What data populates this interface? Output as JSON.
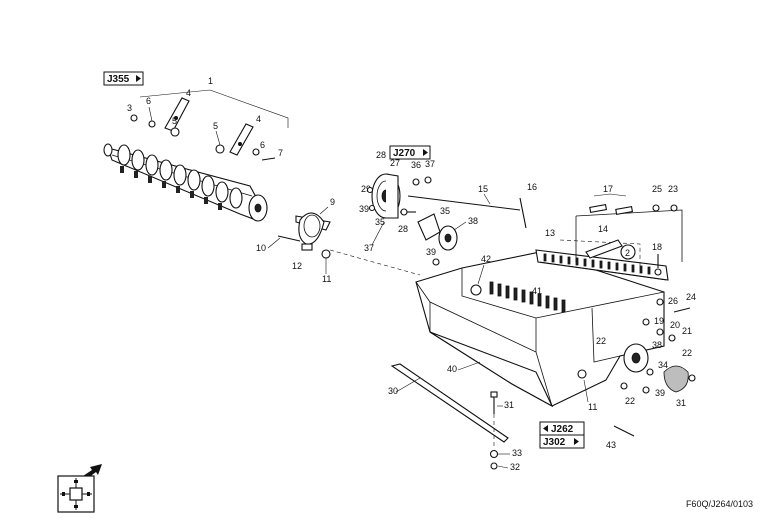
{
  "drawing_code": "F60Q/J264/0103",
  "references": {
    "j355": "J355",
    "j270": "J270",
    "j262": "J262",
    "j302": "J302"
  },
  "callouts": {
    "c1": "1",
    "c3": "3",
    "c4a": "4",
    "c4b": "4",
    "c5a": "5",
    "c5b": "5",
    "c6a": "6",
    "c6b": "6",
    "c7": "7",
    "c9": "9",
    "c10": "10",
    "c11": "11",
    "c12": "12",
    "c13": "13",
    "c14": "14",
    "c15": "15",
    "c16": "16",
    "c17": "17",
    "c18": "18",
    "c19": "19",
    "c20": "20",
    "c21": "21",
    "c22a": "22",
    "c22b": "22",
    "c22c": "22",
    "c23": "23",
    "c24": "24",
    "c25": "25",
    "c26": "26",
    "c27": "27",
    "c28a": "28",
    "c28b": "28",
    "c29": "29",
    "c30": "30",
    "c31a": "31",
    "c31b": "31",
    "c32": "32",
    "c33": "33",
    "c34": "34",
    "c35a": "35",
    "c35b": "35",
    "c36": "36",
    "c37a": "37",
    "c37b": "37",
    "c38a": "38",
    "c38b": "38",
    "c39a": "39",
    "c39b": "39",
    "c40": "40",
    "c41": "41",
    "c42": "42",
    "c43": "43",
    "c2": "2",
    "c11b": "11"
  },
  "icons": {
    "direction": "arrow-up-right-icon",
    "orientation": "orientation-square-icon"
  }
}
